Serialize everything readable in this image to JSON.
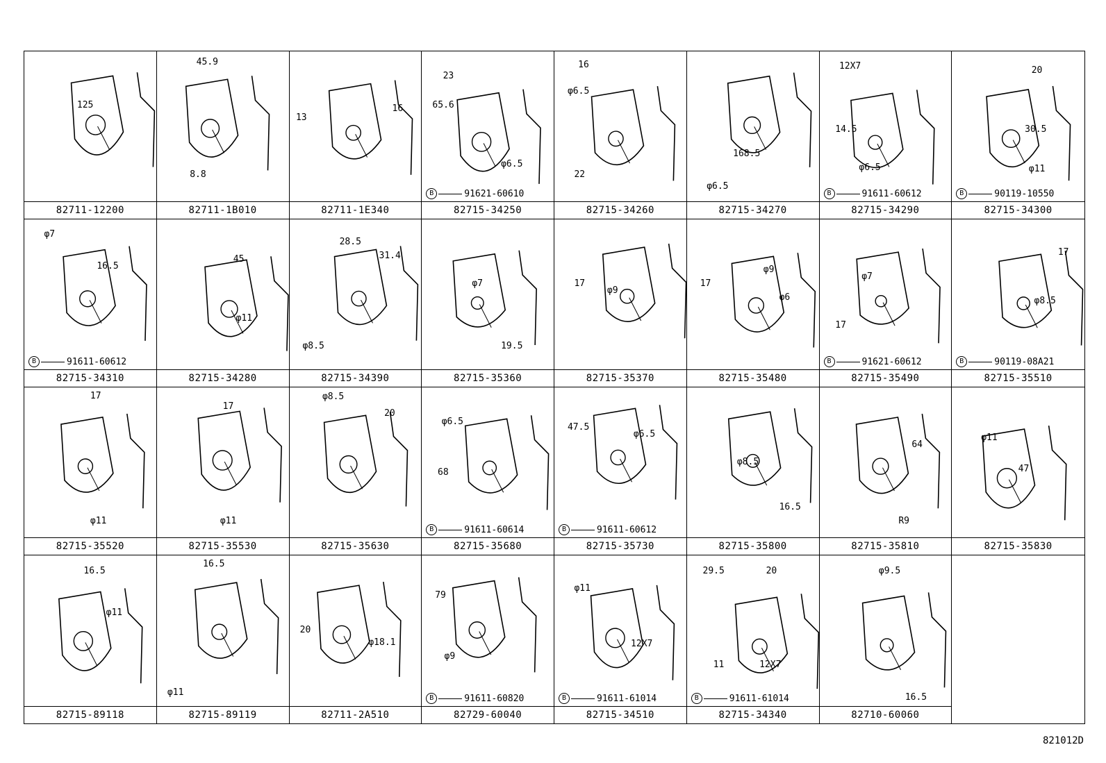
{
  "figure_code": "821012D",
  "parts": [
    {
      "part_no": "82711-12200",
      "dims": [
        "125"
      ],
      "fastener": ""
    },
    {
      "part_no": "82711-1B010",
      "dims": [
        "45.9",
        "8.8"
      ],
      "fastener": ""
    },
    {
      "part_no": "82711-1E340",
      "dims": [
        "13",
        "16"
      ],
      "fastener": ""
    },
    {
      "part_no": "82715-34250",
      "dims": [
        "23",
        "65.6",
        "φ6.5"
      ],
      "fastener": "91621-60610"
    },
    {
      "part_no": "82715-34260",
      "dims": [
        "16",
        "φ6.5",
        "22"
      ],
      "fastener": ""
    },
    {
      "part_no": "82715-34270",
      "dims": [
        "168.5",
        "φ6.5"
      ],
      "fastener": ""
    },
    {
      "part_no": "82715-34290",
      "dims": [
        "12X7",
        "14.5",
        "φ6.5"
      ],
      "fastener": "91611-60612"
    },
    {
      "part_no": "82715-34300",
      "dims": [
        "20",
        "30.5",
        "φ11"
      ],
      "fastener": "90119-10550"
    },
    {
      "part_no": "82715-34310",
      "dims": [
        "φ7",
        "16.5"
      ],
      "fastener": "91611-60612"
    },
    {
      "part_no": "82715-34280",
      "dims": [
        "45",
        "φ11"
      ],
      "fastener": ""
    },
    {
      "part_no": "82715-34390",
      "dims": [
        "28.5",
        "31.4",
        "φ8.5"
      ],
      "fastener": ""
    },
    {
      "part_no": "82715-35360",
      "dims": [
        "φ7",
        "19.5"
      ],
      "fastener": ""
    },
    {
      "part_no": "82715-35370",
      "dims": [
        "17",
        "φ9"
      ],
      "fastener": ""
    },
    {
      "part_no": "82715-35480",
      "dims": [
        "φ9",
        "17",
        "φ6"
      ],
      "fastener": ""
    },
    {
      "part_no": "82715-35490",
      "dims": [
        "φ7",
        "17"
      ],
      "fastener": "91621-60612"
    },
    {
      "part_no": "82715-35510",
      "dims": [
        "17",
        "φ8.5"
      ],
      "fastener": "90119-08A21"
    },
    {
      "part_no": "82715-35520",
      "dims": [
        "17",
        "φ11"
      ],
      "fastener": ""
    },
    {
      "part_no": "82715-35530",
      "dims": [
        "17",
        "φ11"
      ],
      "fastener": ""
    },
    {
      "part_no": "82715-35630",
      "dims": [
        "φ8.5",
        "20"
      ],
      "fastener": ""
    },
    {
      "part_no": "82715-35680",
      "dims": [
        "φ6.5",
        "68"
      ],
      "fastener": "91611-60614"
    },
    {
      "part_no": "82715-35730",
      "dims": [
        "47.5",
        "φ6.5"
      ],
      "fastener": "91611-60612"
    },
    {
      "part_no": "82715-35800",
      "dims": [
        "φ8.5",
        "16.5"
      ],
      "fastener": ""
    },
    {
      "part_no": "82715-35810",
      "dims": [
        "64",
        "R9"
      ],
      "fastener": ""
    },
    {
      "part_no": "82715-35830",
      "dims": [
        "φ11",
        "47"
      ],
      "fastener": ""
    },
    {
      "part_no": "82715-89118",
      "dims": [
        "16.5",
        "φ11"
      ],
      "fastener": ""
    },
    {
      "part_no": "82715-89119",
      "dims": [
        "16.5",
        "φ11"
      ],
      "fastener": ""
    },
    {
      "part_no": "82711-2A510",
      "dims": [
        "20",
        "φ18.1"
      ],
      "fastener": ""
    },
    {
      "part_no": "82729-60040",
      "dims": [
        "79",
        "φ9"
      ],
      "fastener": "91611-60820"
    },
    {
      "part_no": "82715-34510",
      "dims": [
        "φ11",
        "12X7"
      ],
      "fastener": "91611-61014"
    },
    {
      "part_no": "82715-34340",
      "dims": [
        "29.5",
        "20",
        "11",
        "12X7"
      ],
      "fastener": "91611-61014"
    },
    {
      "part_no": "82710-60060",
      "dims": [
        "φ9.5",
        "16.5"
      ],
      "fastener": ""
    },
    {
      "part_no": "",
      "dims": [],
      "fastener": ""
    }
  ],
  "fastener_marker": "B"
}
